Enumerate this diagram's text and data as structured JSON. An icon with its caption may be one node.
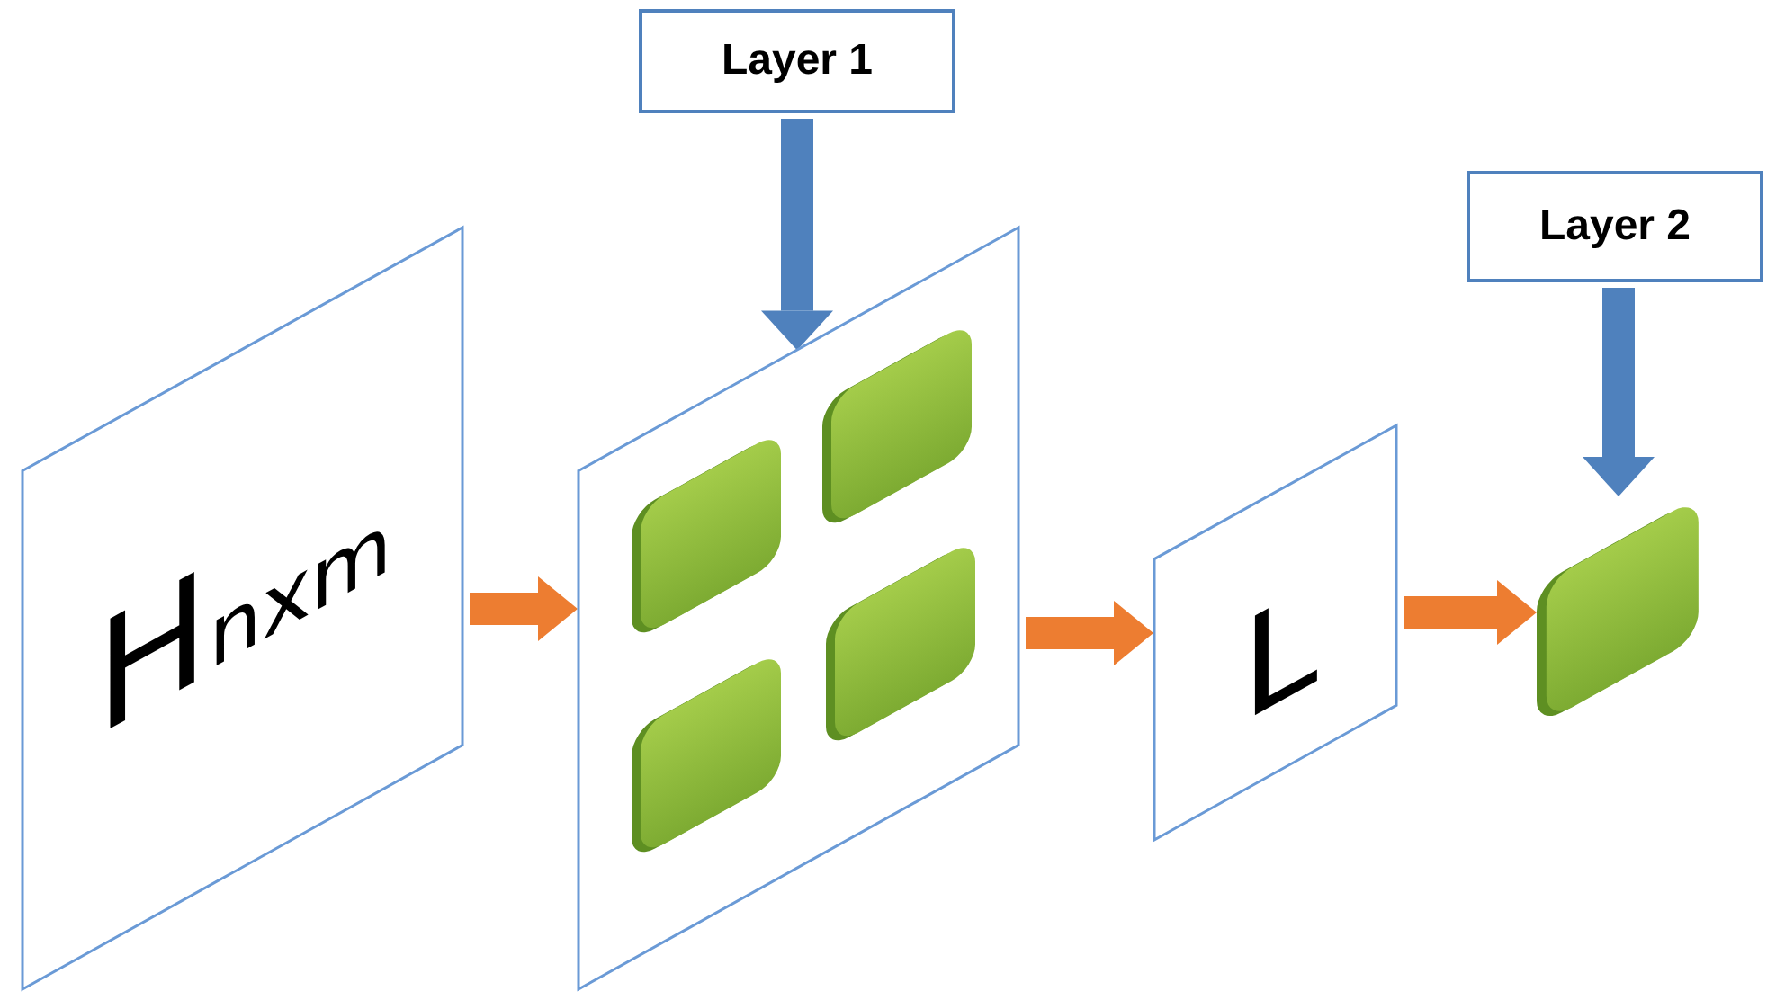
{
  "diagram": {
    "nodes": [
      {
        "text": [
          "Layer 1"
        ]
      },
      {
        "text": [
          "H$_{nxm}$"
        ]
      },
      {
        "text": [],
        "shape": "parallelogram"
      },
      {
        "text": [],
        "shape": "box",
        "in": 2
      },
      {
        "text": [],
        "shape": "box",
        "in": 2
      },
      {
        "text": [],
        "shape": "box",
        "in": 2
      },
      {
        "text": [],
        "shape": "box",
        "in": 2
      },
      {
        "text": [
          "L"
        ]
      },
      {
        "text": [
          "Layer 2"
        ]
      },
      {
        "text": [],
        "shape": "box"
      }
    ],
    "edges": [
      {
        "from": 0,
        "to": 2,
        "arrow": "to",
        "color": "#4f81bd"
      },
      {
        "from": 1,
        "to": 2,
        "arrow": "to"
      },
      {
        "from": 2,
        "to": 7,
        "arrow": "to"
      },
      {
        "from": 7,
        "to": 9,
        "arrow": "to"
      },
      {
        "from": 8,
        "to": 9,
        "arrow": "to",
        "color": "#4f81bd"
      }
    ]
  }
}
